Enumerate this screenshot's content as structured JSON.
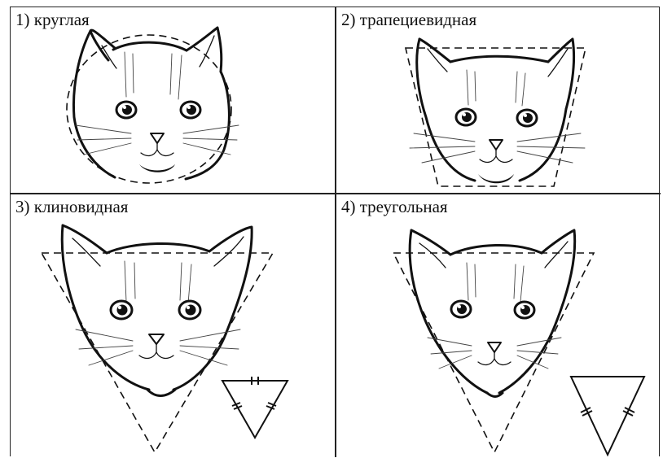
{
  "panels": [
    {
      "caption": "1) круглая",
      "guide_shape": "circle"
    },
    {
      "caption": "2) трапециевидная",
      "guide_shape": "trapezoid"
    },
    {
      "caption": "3) клиновидная",
      "guide_shape": "triangle",
      "has_reference_triangle": true
    },
    {
      "caption": "4) треугольная",
      "guide_shape": "triangle",
      "has_reference_triangle": true
    }
  ],
  "icons": {
    "cat_head": "cat-head-line-drawing",
    "guide_dashed": "dashed-guide-outline",
    "reference_triangle": "equilateral-triangle-with-equal-side-marks"
  }
}
